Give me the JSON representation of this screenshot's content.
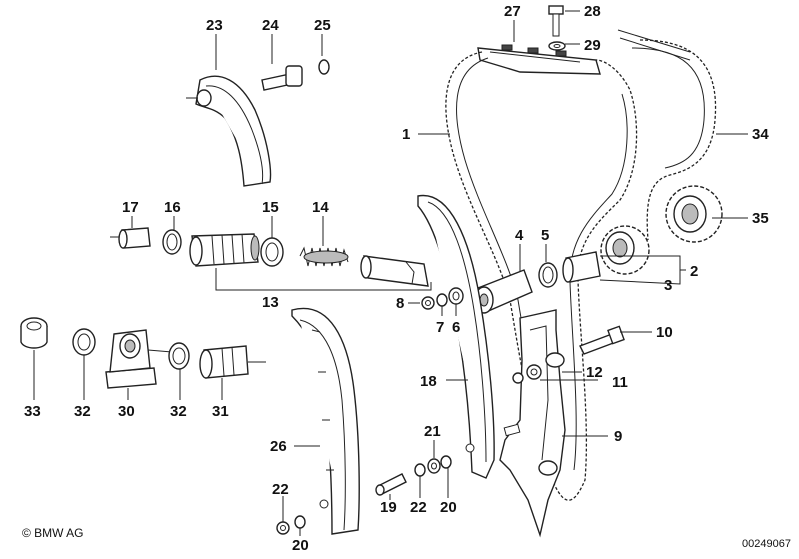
{
  "labels": {
    "l1": "1",
    "l2": "2",
    "l3": "3",
    "l4": "4",
    "l5": "5",
    "l6": "6",
    "l7": "7",
    "l8": "8",
    "l9": "9",
    "l10": "10",
    "l11": "11",
    "l12": "12",
    "l13": "13",
    "l14": "14",
    "l15": "15",
    "l16": "16",
    "l17": "17",
    "l18": "18",
    "l19": "19",
    "l20a": "20",
    "l20b": "20",
    "l21": "21",
    "l22a": "22",
    "l22b": "22",
    "l23": "23",
    "l24": "24",
    "l25": "25",
    "l26": "26",
    "l27": "27",
    "l28": "28",
    "l29": "29",
    "l30": "30",
    "l31": "31",
    "l32a": "32",
    "l32b": "32",
    "l33": "33",
    "l34": "34",
    "l35": "35"
  },
  "footer": {
    "copyright": "© BMW AG",
    "doc_number": "00249067"
  }
}
